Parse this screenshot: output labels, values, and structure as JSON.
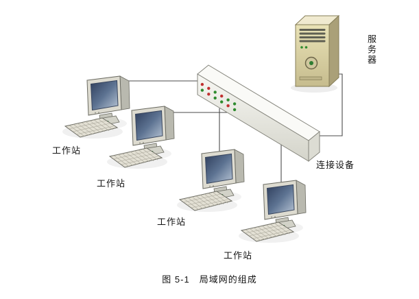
{
  "caption": "图 5-1　局域网的组成",
  "workstations": [
    {
      "label": "工作站"
    },
    {
      "label": "工作站"
    },
    {
      "label": "工作站"
    },
    {
      "label": "工作站"
    }
  ],
  "server": {
    "label": "服务器"
  },
  "switch": {
    "label": "连接设备"
  },
  "colors": {
    "led_red": "#c03030",
    "led_green": "#2e8b2e",
    "cable": "#4a4a4a"
  }
}
